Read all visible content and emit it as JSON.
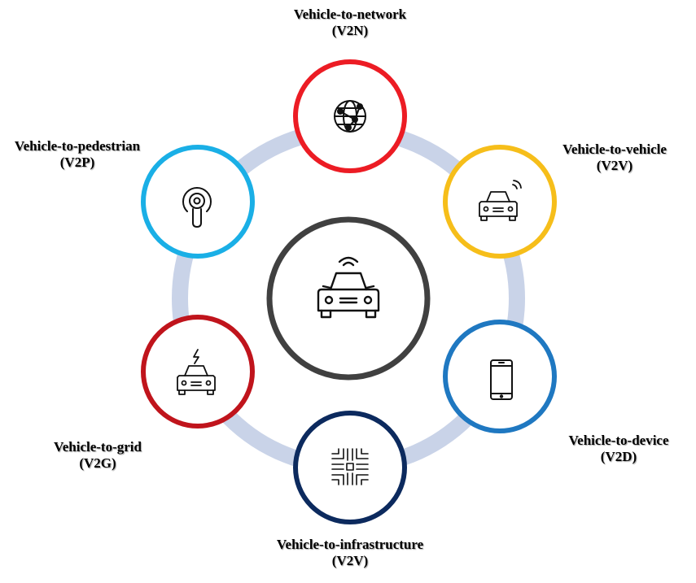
{
  "colors": {
    "ring": "#c5d0e6",
    "center": "#404040",
    "v2n": "#ec1c24",
    "v2v_right": "#f6be1a",
    "v2d": "#1f78c1",
    "v2i": "#0c2a5e",
    "v2g": "#c0141c",
    "v2p": "#1aafe6"
  },
  "center": {
    "icon": "connected-car-icon"
  },
  "nodes": {
    "v2n": {
      "name": "Vehicle-to-network",
      "abbr": "(V2N)",
      "icon": "globe-network-icon"
    },
    "v2v_right": {
      "name": "Vehicle-to-vehicle",
      "abbr": "(V2V)",
      "icon": "car-signal-icon"
    },
    "v2d": {
      "name": "Vehicle-to-device",
      "abbr": "(V2D)",
      "icon": "smartphone-icon"
    },
    "v2i": {
      "name": "Vehicle-to-infrastructure",
      "abbr": "(V2V)",
      "icon": "circuit-icon"
    },
    "v2g": {
      "name": "Vehicle-to-grid",
      "abbr": "(V2G)",
      "icon": "electric-car-icon"
    },
    "v2p": {
      "name": "Vehicle-to-pedestrian",
      "abbr": "(V2P)",
      "icon": "pedestrian-signal-icon"
    }
  }
}
